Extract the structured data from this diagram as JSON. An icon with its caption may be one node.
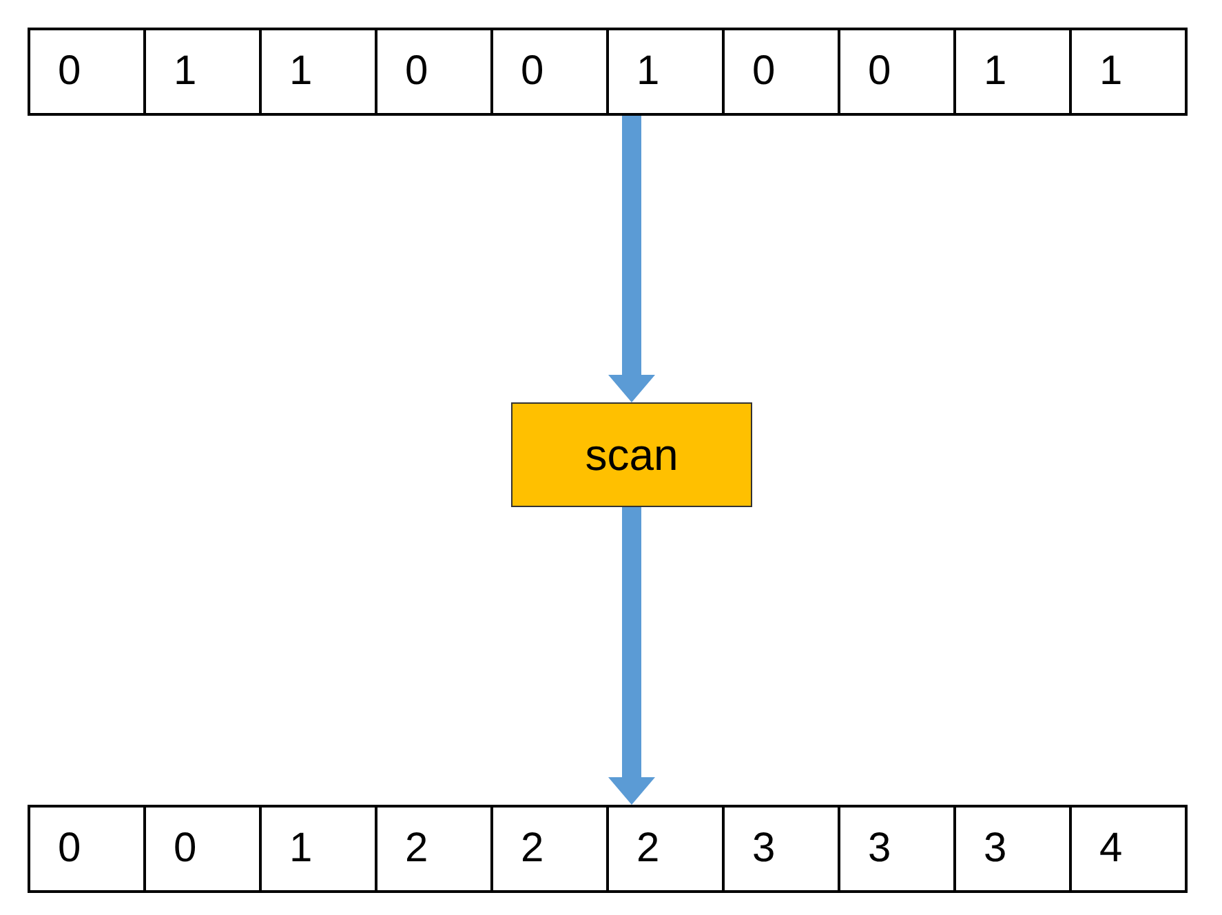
{
  "diagram": {
    "nodes": [
      {
        "text": [],
        "shape": "bar"
      },
      {
        "text": [
          "0"
        ],
        "in": 0
      },
      {
        "text": [
          "1"
        ],
        "in": 0
      },
      {
        "text": [
          "1"
        ],
        "in": 0
      },
      {
        "text": [
          "0"
        ],
        "in": 0
      },
      {
        "text": [
          "0"
        ],
        "in": 0
      },
      {
        "text": [
          "1"
        ],
        "in": 0
      },
      {
        "text": [
          "0"
        ],
        "in": 0
      },
      {
        "text": [
          "0"
        ],
        "in": 0
      },
      {
        "text": [
          "1"
        ],
        "in": 0
      },
      {
        "text": [
          "1"
        ],
        "in": 0
      },
      {
        "text": [
          "scan"
        ]
      },
      {
        "text": [],
        "shape": "bar"
      },
      {
        "text": [
          "0"
        ],
        "in": 12
      },
      {
        "text": [
          "0"
        ],
        "in": 12
      },
      {
        "text": [
          "1"
        ],
        "in": 12
      },
      {
        "text": [
          "2"
        ],
        "in": 12
      },
      {
        "text": [
          "2"
        ],
        "in": 12
      },
      {
        "text": [
          "2"
        ],
        "in": 12
      },
      {
        "text": [
          "3"
        ],
        "in": 12
      },
      {
        "text": [
          "3"
        ],
        "in": 12
      },
      {
        "text": [
          "3"
        ],
        "in": 12
      },
      {
        "text": [
          "4"
        ],
        "in": 12
      }
    ],
    "edges": [
      {
        "from": 0,
        "to": 11,
        "arrow": "to",
        "color": "#5b9bd5"
      },
      {
        "from": 11,
        "to": 12,
        "arrow": "to",
        "color": "#5b9bd5"
      }
    ]
  }
}
